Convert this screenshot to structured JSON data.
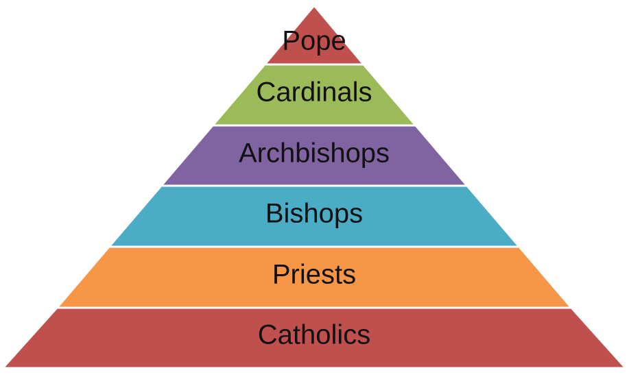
{
  "diagram": {
    "tiers": [
      {
        "label": "Pope",
        "color": "#c0504d"
      },
      {
        "label": "Cardinals",
        "color": "#9bbb59"
      },
      {
        "label": "Archbishops",
        "color": "#8064a2"
      },
      {
        "label": "Bishops",
        "color": "#4bacc6"
      },
      {
        "label": "Priests",
        "color": "#f79646"
      },
      {
        "label": "Catholics",
        "color": "#c0504d"
      }
    ]
  }
}
